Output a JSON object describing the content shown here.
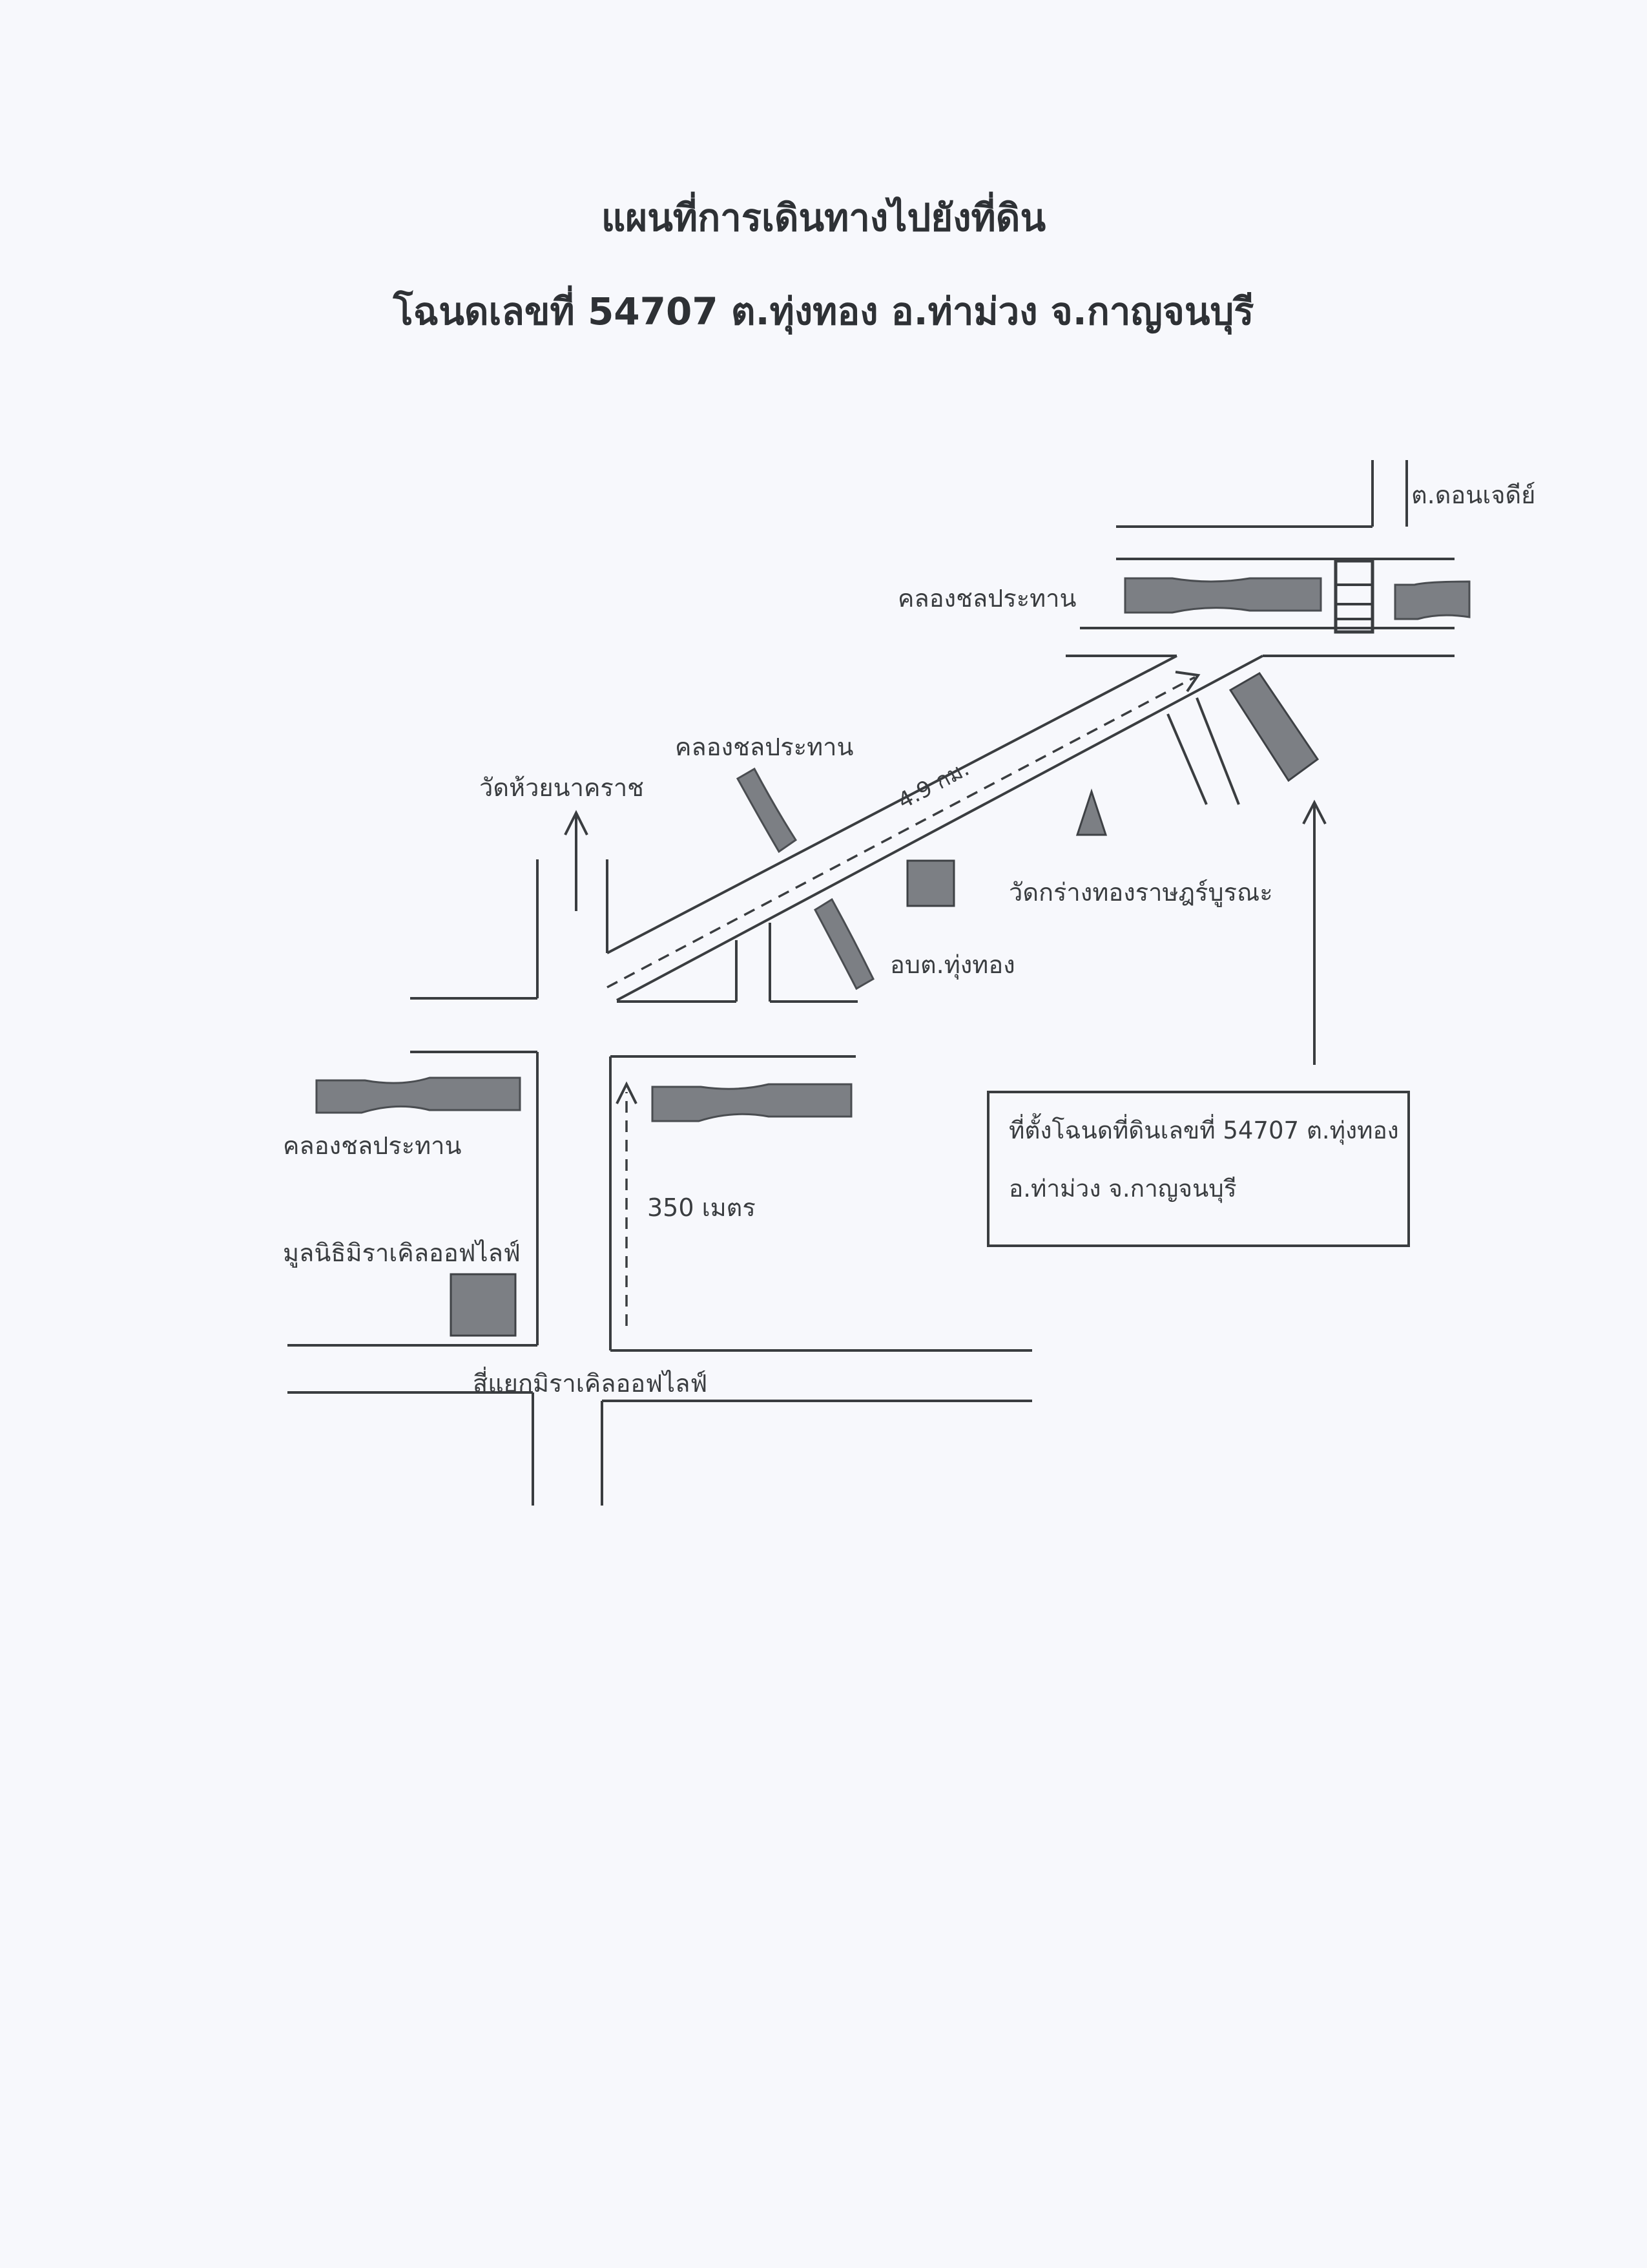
{
  "document": {
    "title": "แผนที่การเดินทางไปยังที่ดิน",
    "subtitle": "โฉนดเลขที่ 54707 ต.ทุ่งทอง อ.ท่าม่วง จ.กาญจนบุรี"
  },
  "map": {
    "labels": {
      "don_chedi": "ต.ดอนเจดีย์",
      "canal_top": "คลองชลประทาน",
      "canal_middle": "คลองชลประทาน",
      "canal_left": "คลองชลประทาน",
      "wat_huai_nakharat": "วัดห้วยนาคราช",
      "distance_long": "4.9 กม.",
      "wat_krang_thong": "วัดกร่างทองราษฎร์บูรณะ",
      "obt_thung_thong": "อบต.ทุ่งทอง",
      "distance_short": "350 เมตร",
      "miracle_foundation": "มูลนิธิมิราเคิลออฟไลฟ์",
      "miracle_intersection": "สี่แยกมิราเคิลออฟไลฟ์"
    },
    "location_box": {
      "line1": "ที่ตั้งโฉนดที่ดินเลขที่ 54707 ต.ทุ่งทอง",
      "line2": "อ.ท่าม่วง จ.กาญจนบุรี"
    },
    "colors": {
      "ink": "#3a3d40",
      "fill": "#7c7f84",
      "paper": "#f7f8fc"
    }
  }
}
